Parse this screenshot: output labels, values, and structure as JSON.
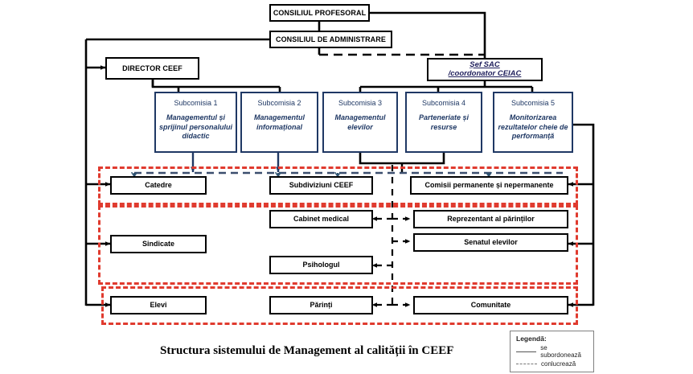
{
  "title": "Structura sistemului de Management al calității în CEEF",
  "colors": {
    "navy": "#1F3864",
    "red_dashed": "#E03B2F",
    "black": "#000000",
    "legend_border": "#808080"
  },
  "top_nodes": [
    {
      "id": "consiliul-profesoral",
      "label": "CONSILIUL PROFESORAL"
    },
    {
      "id": "consiliul-de-administrare",
      "label": "CONSILIUL DE ADMINISTRARE"
    },
    {
      "id": "director-ceef",
      "label": "DIRECTOR CEEF"
    }
  ],
  "sac": {
    "line1": "Șef SAC",
    "line2": "/coordonator CEIAC"
  },
  "subcommissions": [
    {
      "title": "Subcomisia 1",
      "desc": "Managementul și sprijinul personalului didactic"
    },
    {
      "title": "Subcomisia 2",
      "desc": "Managementul informațional"
    },
    {
      "title": "Subcomisia 3",
      "desc": "Managementul elevilor"
    },
    {
      "title": "Subcomisia 4",
      "desc": "Parteneriate și resurse"
    },
    {
      "title": "Subcomisia 5",
      "desc": "Monitorizarea rezultatelor cheie de performanță"
    }
  ],
  "row1": [
    {
      "label": "Catedre"
    },
    {
      "label": "Subdiviziuni CEEF"
    },
    {
      "label": "Comisii permanente și nepermanente"
    }
  ],
  "row2": [
    {
      "label": "Cabinet medical"
    },
    {
      "label": "Sindicate"
    },
    {
      "label": "Psihologul"
    },
    {
      "label": "Reprezentant al părinților"
    },
    {
      "label": "Senatul elevilor"
    }
  ],
  "row3": [
    {
      "label": "Elevi"
    },
    {
      "label": "Părinți"
    },
    {
      "label": "Comunitate"
    }
  ],
  "legend": {
    "title": "Legendă:",
    "items": [
      {
        "style": "solid",
        "label": "se subordonează"
      },
      {
        "style": "dashed",
        "label": "conlucrează"
      }
    ]
  }
}
